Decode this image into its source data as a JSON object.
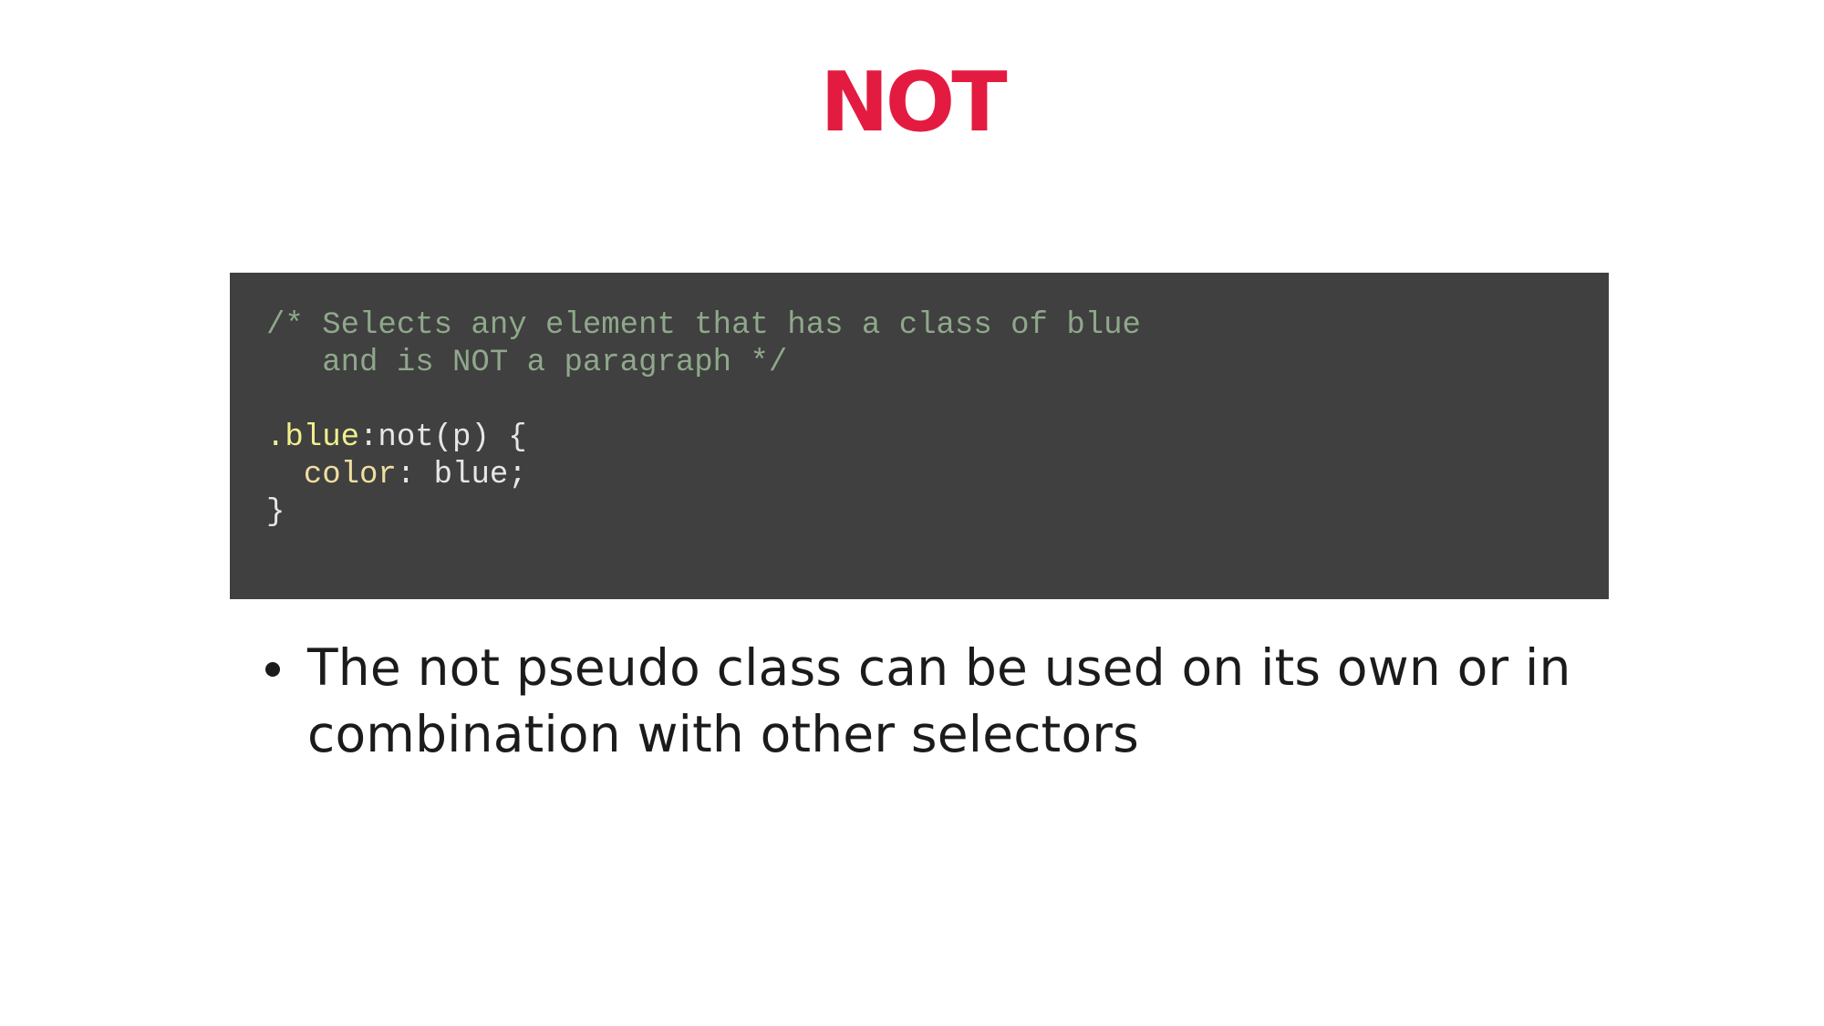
{
  "slide": {
    "title": "NOT",
    "title_color": "#e31b40"
  },
  "code": {
    "background": "#404040",
    "comment_line_1": "/* Selects any element that has a class of blue",
    "comment_line_2": "   and is NOT a paragraph */",
    "selector_class": ".blue",
    "selector_pseudo": ":not(p) {",
    "indent": "  ",
    "property_name": "color",
    "property_value": ": blue;",
    "closing_brace": "}"
  },
  "bullets": [
    {
      "text": "The not pseudo class can be used on its own or in combination with other selectors"
    }
  ]
}
